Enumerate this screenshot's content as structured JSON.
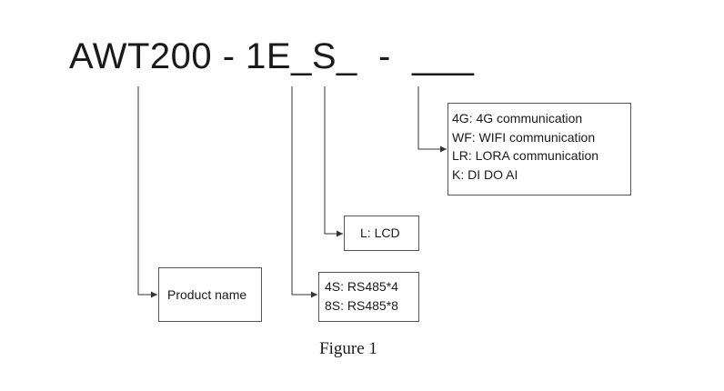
{
  "model_code": {
    "name": "AWT200",
    "sep1": " - ",
    "series": "1E",
    "slot1": "_",
    "slot2": "S_",
    "sep2": "  -  ",
    "slot3": "___"
  },
  "boxes": {
    "product": {
      "text": "Product name"
    },
    "serial": {
      "lines": [
        "4S: RS485*4",
        "8S: RS485*8"
      ]
    },
    "display": {
      "text": "L: LCD"
    },
    "comm": {
      "lines": [
        "4G: 4G communication",
        "WF: WIFI communication",
        "LR: LORA communication",
        "K: DI DO AI"
      ]
    }
  },
  "caption": "Figure 1",
  "colors": {
    "line": "#333333",
    "border": "#555555",
    "text": "#1a1a1a"
  }
}
